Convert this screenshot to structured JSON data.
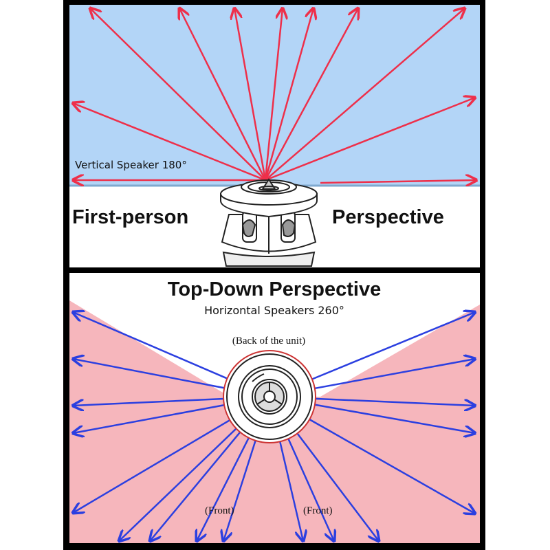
{
  "top": {
    "vertical_label": "Vertical Speaker 180°",
    "left_label": "First-person",
    "right_label": "Perspective"
  },
  "bottom": {
    "title": "Top-Down Perspective",
    "subtitle": "Horizontal Speakers 260°",
    "back_label": "(Back of the unit)",
    "front_label_left": "(Front)",
    "front_label_right": "(Front)"
  },
  "colors": {
    "sky": "#b3d5f7",
    "red_arrow": "#ee2f4a",
    "pink_bg": "#f6b6bc",
    "blue_arrow": "#2b3fe0",
    "horizon": "#7fa9cf"
  },
  "icons": {
    "top_device": "speaker-unit-side-icon",
    "bottom_device": "speaker-unit-top-icon"
  }
}
